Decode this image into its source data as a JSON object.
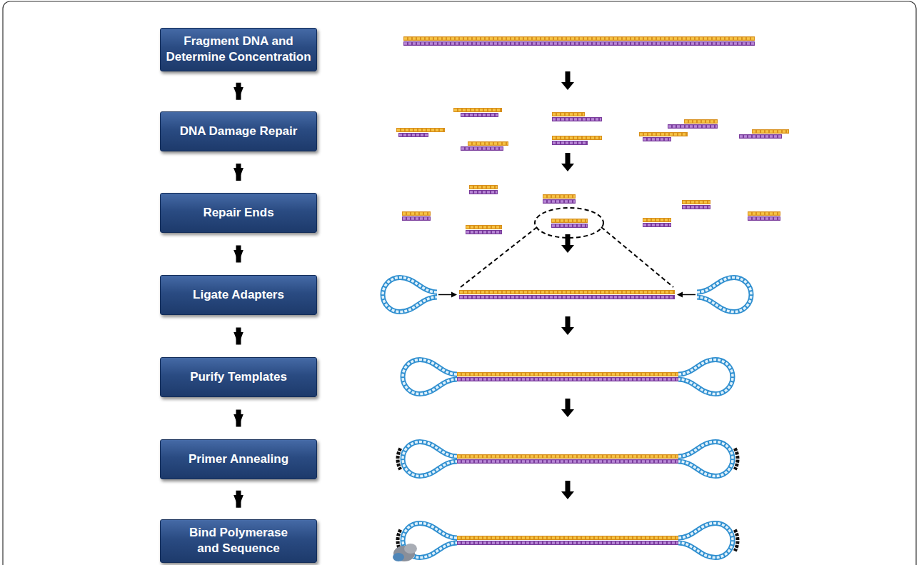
{
  "diagram": {
    "nodes": [
      {
        "text": [
          "Fragment DNA and Determine Concentration"
        ]
      },
      {
        "text": [
          "DNA Damage Repair"
        ]
      },
      {
        "text": [
          "Repair Ends"
        ]
      },
      {
        "text": [
          "Ligate Adapters"
        ]
      },
      {
        "text": [
          "Purify Templates"
        ]
      },
      {
        "text": [
          "Primer Annealing"
        ]
      },
      {
        "text": [
          "Bind Polymerase and Sequence"
        ]
      }
    ],
    "edges": [
      {
        "from": 0,
        "to": 1,
        "arrow": "to"
      },
      {
        "from": 1,
        "to": 2,
        "arrow": "to"
      },
      {
        "from": 2,
        "to": 3,
        "arrow": "to"
      },
      {
        "from": 3,
        "to": 4,
        "arrow": "to"
      },
      {
        "from": 4,
        "to": 5,
        "arrow": "to"
      },
      {
        "from": 5,
        "to": 6,
        "arrow": "to"
      }
    ]
  }
}
